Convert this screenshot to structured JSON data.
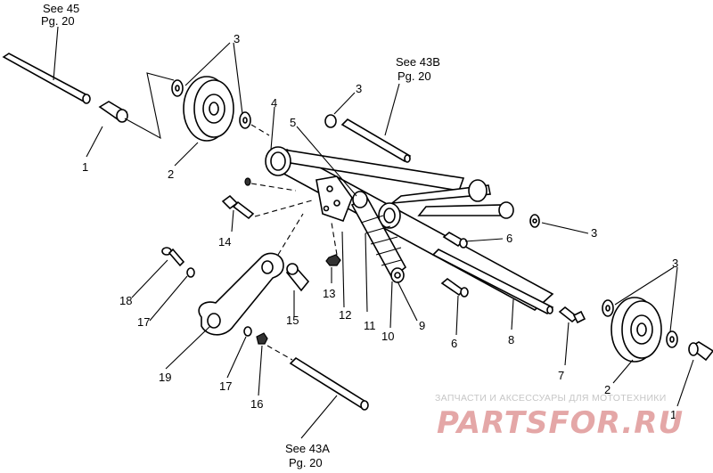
{
  "references": {
    "see45": {
      "line1": "See 45",
      "line2": "Pg. 20"
    },
    "see43b": {
      "line1": "See 43B",
      "line2": "Pg. 20"
    },
    "see43a": {
      "line1": "See 43A",
      "line2": "Pg. 20"
    }
  },
  "callouts": {
    "c1a": "1",
    "c1b": "1",
    "c2a": "2",
    "c2b": "2",
    "c3a": "3",
    "c3b": "3",
    "c3c": "3",
    "c3d": "3",
    "c4": "4",
    "c5": "5",
    "c6a": "6",
    "c6b": "6",
    "c7": "7",
    "c8": "8",
    "c9": "9",
    "c10": "10",
    "c11": "11",
    "c12": "12",
    "c13": "13",
    "c14": "14",
    "c15": "15",
    "c16": "16",
    "c17a": "17",
    "c17b": "17",
    "c18": "18",
    "c19": "19"
  },
  "watermark": {
    "tagline": "ЗАПЧАСТИ И АКСЕССУАРЫ ДЛЯ МОТОТЕХНИКИ",
    "brand": "PARTSFOR.RU"
  }
}
